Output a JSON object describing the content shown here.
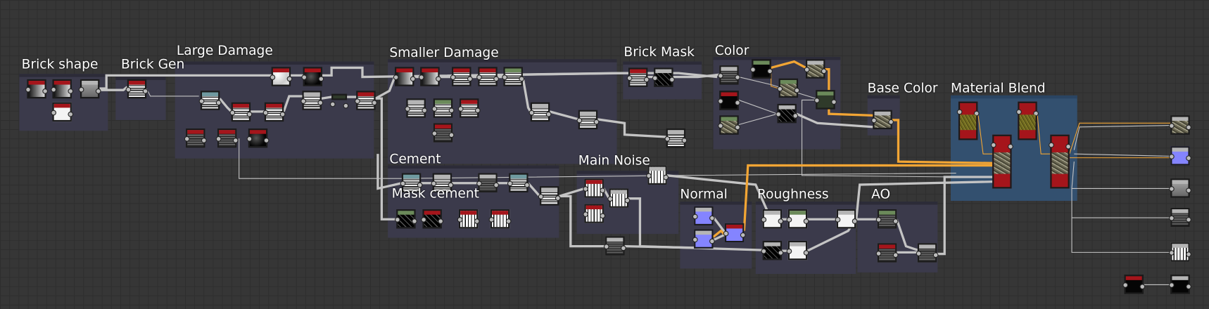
{
  "frames": [
    {
      "title": "Brick shape"
    },
    {
      "title": "Brick Gen"
    },
    {
      "title": "Large Damage"
    },
    {
      "title": "Smaller Damage"
    },
    {
      "title": "Cement"
    },
    {
      "title": "Mask cement"
    },
    {
      "title": "Brick Mask"
    },
    {
      "title": "Color"
    },
    {
      "title": "Main Noise"
    },
    {
      "title": "Base Color"
    },
    {
      "title": "Material Blend"
    },
    {
      "title": "Normal"
    },
    {
      "title": "Roughness"
    },
    {
      "title": "AO"
    }
  ],
  "colors": {
    "canvas": "#363636",
    "frame": "#3b3a4b",
    "material_blend_frame": "#33506f",
    "wire": "#c4c4c4",
    "color_wire": "#f2a534",
    "node_header_red": "#a5151b"
  }
}
